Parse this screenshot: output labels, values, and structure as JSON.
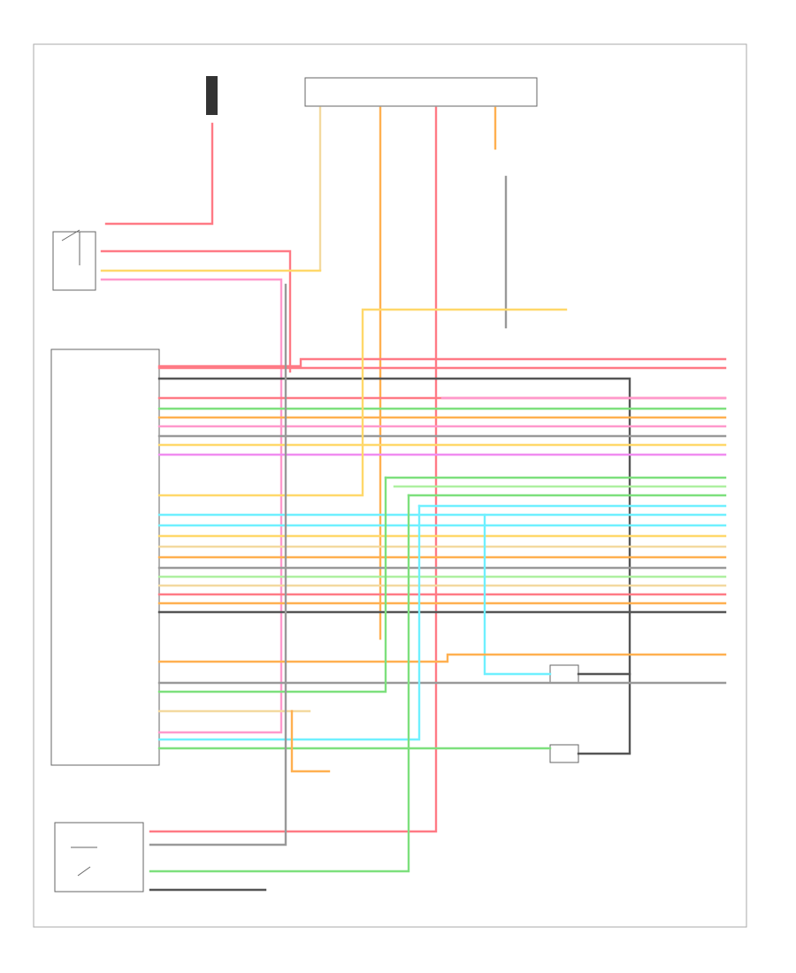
{
  "diagram": {
    "page_id": "",
    "fuse_block_label": "",
    "module_title": "",
    "colors": {
      "red": "#ff7a85",
      "pink": "#ff99cc",
      "orange": "#ffb050",
      "yellow": "#ffd86a",
      "tan": "#f3d9a0",
      "green": "#7de07d",
      "lightgreen": "#aef0a0",
      "cyan": "#6ff0ff",
      "gray": "#999999",
      "darkgray": "#555555",
      "magenta": "#f08cf0",
      "white": "#dddddd"
    },
    "module_pins": [
      {
        "label": "",
        "color": "red"
      },
      {
        "label": "",
        "color": "darkgray"
      },
      {
        "label": "",
        "color": "green"
      },
      {
        "label": "",
        "color": "orange"
      },
      {
        "label": "",
        "color": "pink"
      },
      {
        "label": "",
        "color": "gray"
      },
      {
        "label": "",
        "color": "magenta"
      },
      {
        "label": "",
        "color": "yellow"
      },
      {
        "label": "",
        "color": "cyan"
      },
      {
        "label": "",
        "color": "tan"
      },
      {
        "label": "",
        "color": "orange"
      },
      {
        "label": "",
        "color": "lightgreen"
      },
      {
        "label": "",
        "color": "red"
      },
      {
        "label": "",
        "color": "darkgray"
      }
    ]
  }
}
